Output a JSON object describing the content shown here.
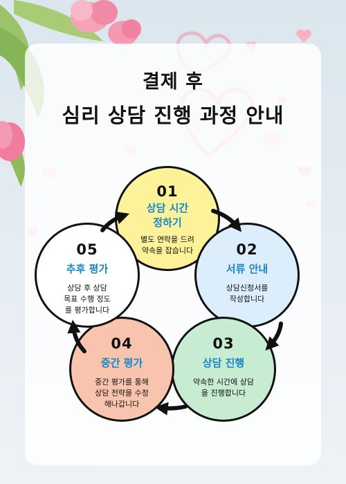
{
  "title_line1": "결제 후",
  "title_line2": "심리 상담 진행 과정 안내",
  "colors": {
    "accent_text": "#1a86c8",
    "step1": "#fcf29a",
    "step2": "#dcedfb",
    "step3": "#c7ecd2",
    "step4": "#f8c4ad",
    "step5": "#ffffff"
  },
  "steps": [
    {
      "num": "01",
      "title1": "상담 시간",
      "title2": "정하기",
      "desc1": "별도 연락을 드려",
      "desc2": "약속을 잡습니다",
      "desc3": ""
    },
    {
      "num": "02",
      "title1": "서류 안내",
      "title2": "",
      "desc1": "상담신청서를",
      "desc2": "작성합니다",
      "desc3": ""
    },
    {
      "num": "03",
      "title1": "상담 진행",
      "title2": "",
      "desc1": "약속한 시간에 상담",
      "desc2": "을 진행합니다",
      "desc3": ""
    },
    {
      "num": "04",
      "title1": "중간 평가",
      "title2": "",
      "desc1": "중간 평가를 통해",
      "desc2": "상담 전략을 수정",
      "desc3": "해나갑니다"
    },
    {
      "num": "05",
      "title1": "추후 평가",
      "title2": "",
      "desc1": "상담 후 상담",
      "desc2": "목표 수행 정도",
      "desc3": "를 평가합니다"
    }
  ]
}
